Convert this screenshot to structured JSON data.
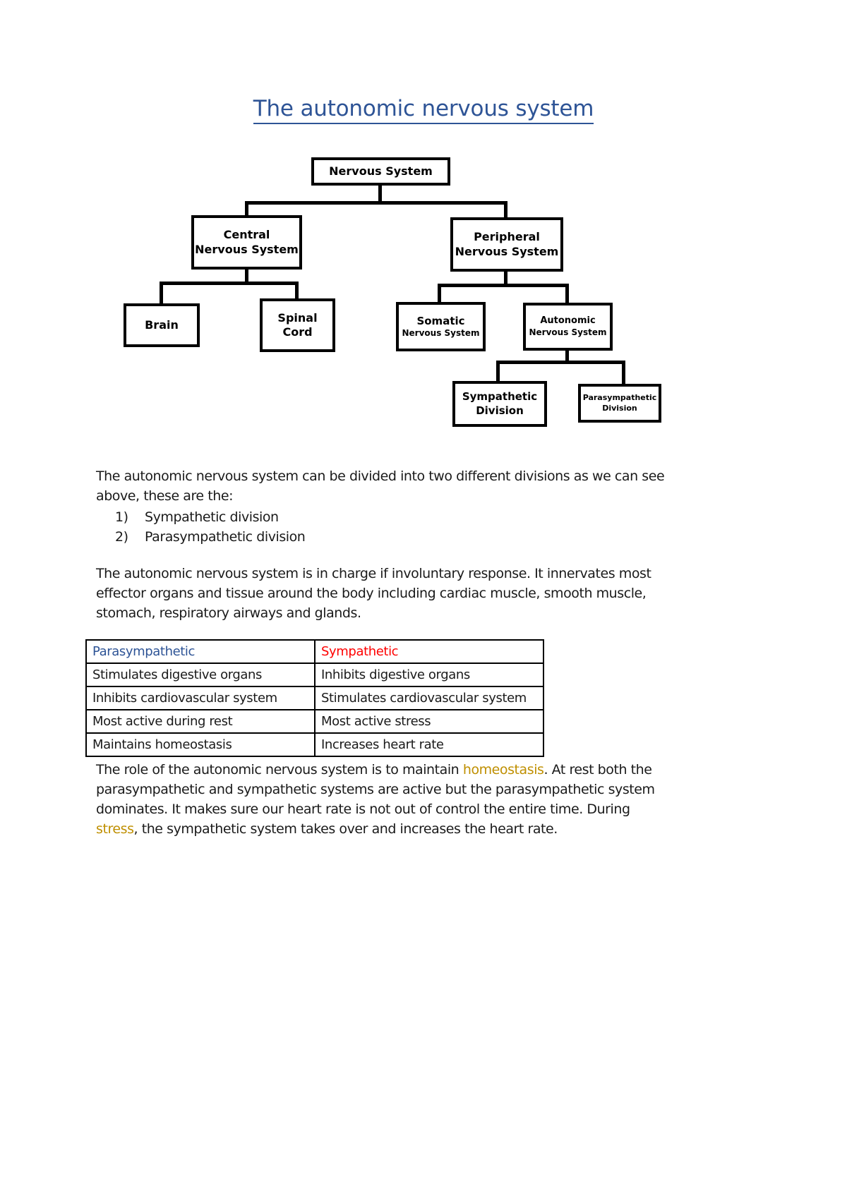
{
  "document": {
    "title": "The autonomic nervous system",
    "title_color": "#2E5496"
  },
  "diagram": {
    "name": "nervous-system-hierarchy",
    "nodes": {
      "nervous_system": {
        "line1": "Nervous System",
        "line2": ""
      },
      "central": {
        "line1": "Central",
        "line2": "Nervous System"
      },
      "peripheral": {
        "line1": "Peripheral",
        "line2": "Nervous System"
      },
      "brain": {
        "line1": "Brain",
        "line2": ""
      },
      "spinal_cord": {
        "line1": "Spinal",
        "line2": "Cord"
      },
      "somatic": {
        "line1": "Somatic",
        "line2": "Nervous System"
      },
      "autonomic": {
        "line1": "Autonomic",
        "line2": "Nervous System"
      },
      "sympathetic": {
        "line1": "Sympathetic",
        "line2": "Division"
      },
      "parasympathetic": {
        "line1": "Parasympathetic",
        "line2": "Division"
      }
    }
  },
  "content": {
    "paragraph_1": "The autonomic nervous system can be divided into two different divisions as we can see above, these are the:",
    "list": [
      {
        "num": "1)",
        "text": "Sympathetic division"
      },
      {
        "num": "2)",
        "text": "Parasympathetic division"
      }
    ],
    "paragraph_2": "The autonomic nervous system is in charge if involuntary response. It innervates most effector organs and tissue around the body including cardiac muscle, smooth muscle, stomach, respiratory airways and glands.",
    "paragraph_3": {
      "part_1": "The role of the autonomic nervous system is to maintain ",
      "highlight_1": "homeostasis",
      "part_2": ". At rest both the parasympathetic and sympathetic systems are active but the parasympathetic system dominates. It makes sure our heart rate is not out of control the entire time. During ",
      "highlight_2": "stress",
      "part_3": ", the sympathetic system takes over and increases the heart rate.",
      "highlight_color": "#BF8F00"
    }
  },
  "table": {
    "headers": [
      {
        "label": "Parasympathetic",
        "color": "#2E5496"
      },
      {
        "label": "Sympathetic",
        "color": "#FF0000"
      }
    ],
    "rows": [
      {
        "parasympathetic": "Stimulates digestive organs",
        "sympathetic": "Inhibits digestive organs"
      },
      {
        "parasympathetic": "Inhibits cardiovascular system",
        "sympathetic": "Stimulates cardiovascular system"
      },
      {
        "parasympathetic": "Most active during rest",
        "sympathetic": "Most active stress"
      },
      {
        "parasympathetic": "Maintains homeostasis",
        "sympathetic": "Increases heart rate"
      }
    ]
  }
}
